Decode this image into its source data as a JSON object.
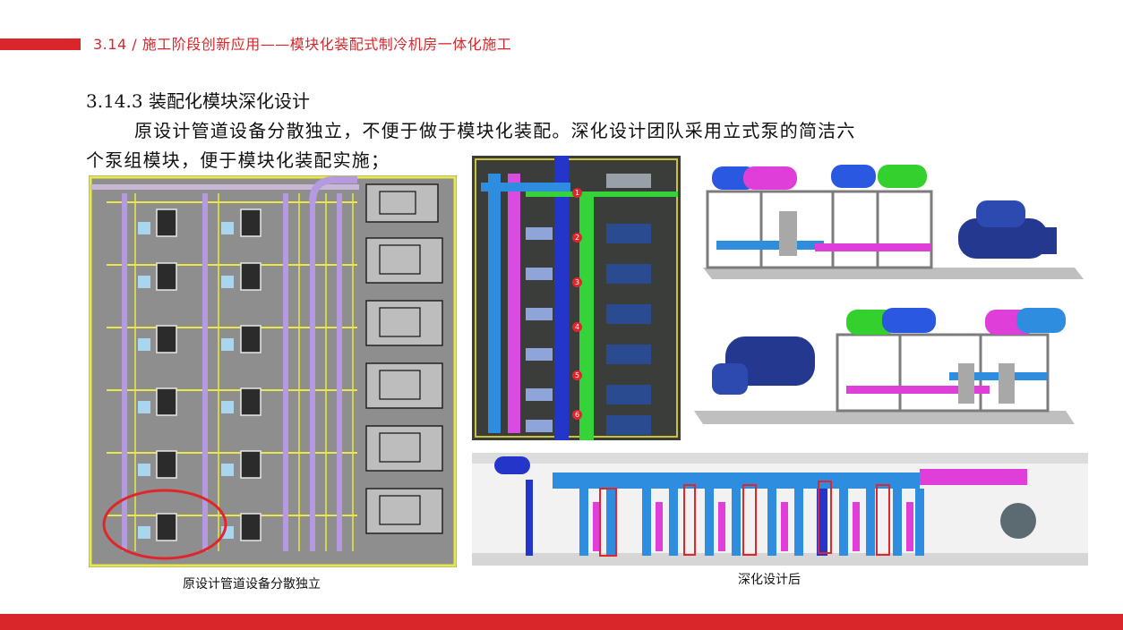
{
  "header": {
    "title": "3.14 /  施工阶段创新应用——模块化装配式制冷机房一体化施工",
    "accent_color": "#d9262b"
  },
  "section": {
    "title": "3.14.3 装配化模块深化设计",
    "body_line1": "原设计管道设备分散独立，不便于做于模块化装配。深化设计团队采用立式泵的简洁六",
    "body_line2": "个泵组模块，便于模块化装配实施；"
  },
  "figures": {
    "left_caption": "原设计管道设备分散独立",
    "right_caption": "深化设计后",
    "module_numbers": [
      "1",
      "2",
      "3",
      "4",
      "5",
      "6"
    ]
  }
}
